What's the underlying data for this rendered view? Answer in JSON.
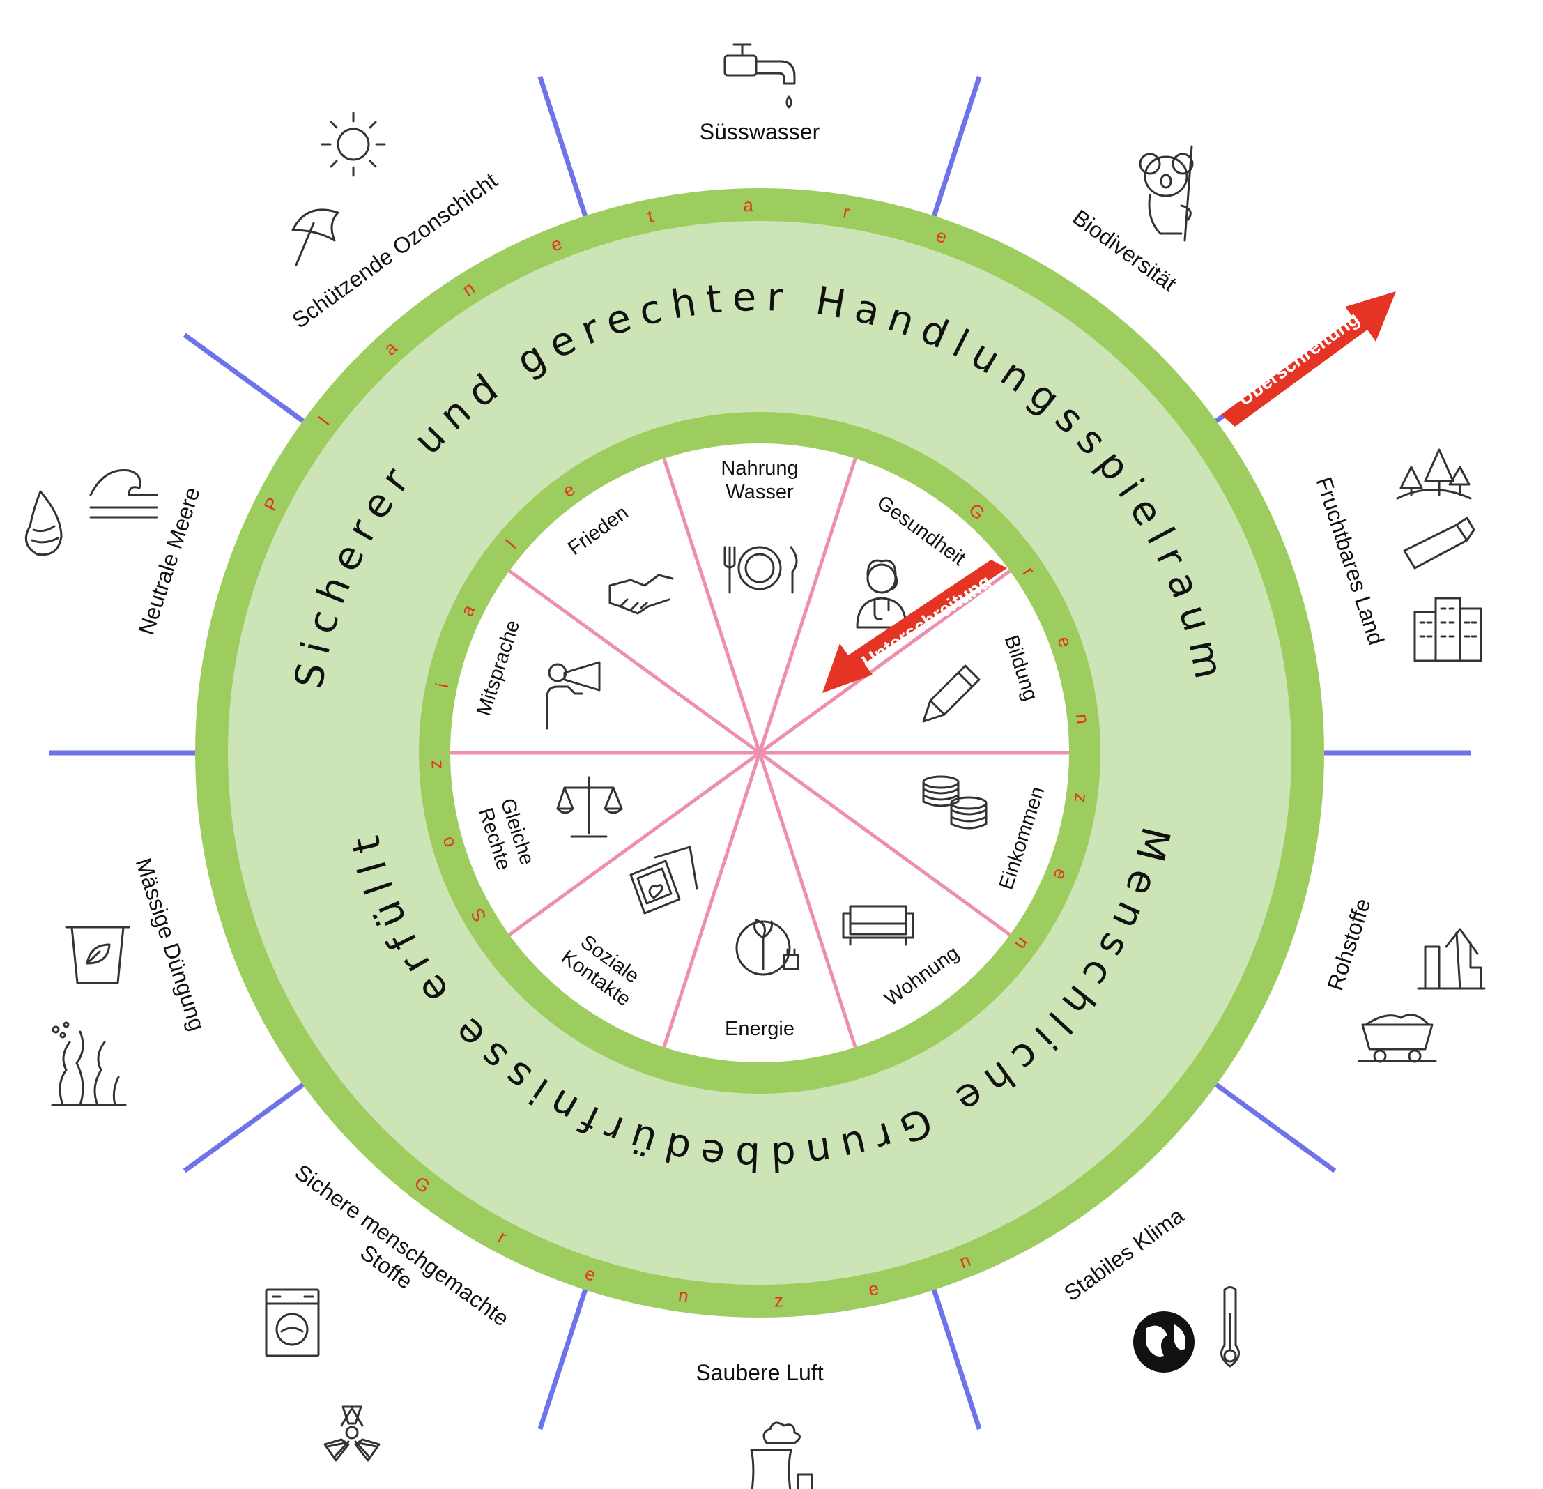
{
  "colors": {
    "ring_green": "#9ccd5e",
    "space_green": "#cde4b6",
    "boundary_line": "#6e73ea",
    "sector_line": "#ef8fae",
    "arrow_red": "#e53324",
    "letter_red": "#e53324"
  },
  "center_ring_text": {
    "top": "Sicherer und gerechter Handlungsspielraum",
    "bottom": "Menschliche Grundbedürfnisse erfüllt"
  },
  "ring_letters": {
    "planetary": "Planetare Grenzen",
    "social": "Soziale Grenzen",
    "planetary_outer_letters": [
      "P",
      "l",
      "a",
      "n",
      "e",
      "t",
      "a",
      "r",
      "e"
    ],
    "planetary_bottom_letters": [
      "G",
      "r",
      "e",
      "n",
      "z",
      "e",
      "n"
    ],
    "social_letters_left": [
      "S",
      "o",
      "z",
      "i",
      "a",
      "l",
      "e"
    ],
    "social_letters_right": [
      "G",
      "r",
      "e",
      "n",
      "z",
      "e",
      "n"
    ]
  },
  "planetary_boundaries": [
    {
      "label": "Süsswasser",
      "icon": "water-tap-icon"
    },
    {
      "label": "Biodiversität",
      "icon": "koala-icon"
    },
    {
      "label": "Fruchtbares Land",
      "icon": "forest-saw-building-icon"
    },
    {
      "label": "Rohstoffe",
      "icon": "oil-pump-minecart-icon"
    },
    {
      "label": "Stabiles Klima",
      "icon": "globe-thermometer-icon"
    },
    {
      "label": "Saubere Luft",
      "icon": "power-plant-icon"
    },
    {
      "label": "Sichere menschgemachte Stoffe",
      "label_line1": "Sichere menschgemachte",
      "label_line2": "Stoffe",
      "icon": "washing-machine-radiation-icon"
    },
    {
      "label": "Mässige Düngung",
      "icon": "bin-seaweed-icon"
    },
    {
      "label": "Neutrale Meere",
      "icon": "shell-wave-icon"
    },
    {
      "label": "Schützende Ozonschicht",
      "icon": "sun-umbrella-icon"
    }
  ],
  "social_foundations": [
    {
      "label": "Nahrung Wasser",
      "line1": "Nahrung",
      "line2": "Wasser",
      "icon": "plate-cutlery-icon"
    },
    {
      "label": "Gesundheit",
      "icon": "doctor-icon"
    },
    {
      "label": "Bildung",
      "icon": "pencil-icon"
    },
    {
      "label": "Einkommen",
      "icon": "coins-icon"
    },
    {
      "label": "Wohnung",
      "icon": "sofa-icon"
    },
    {
      "label": "Energie",
      "icon": "plant-plug-icon"
    },
    {
      "label": "Soziale Kontakte",
      "line1": "Soziale",
      "line2": "Kontakte",
      "icon": "photos-icon"
    },
    {
      "label": "Gleiche Rechte",
      "line1": "Gleiche",
      "line2": "Rechte",
      "icon": "scales-icon"
    },
    {
      "label": "Mitsprache",
      "icon": "megaphone-icon"
    },
    {
      "label": "Frieden",
      "icon": "handshake-icon"
    }
  ],
  "arrows": {
    "overshoot": "Überschreitung",
    "shortfall": "Unterschreitung"
  }
}
